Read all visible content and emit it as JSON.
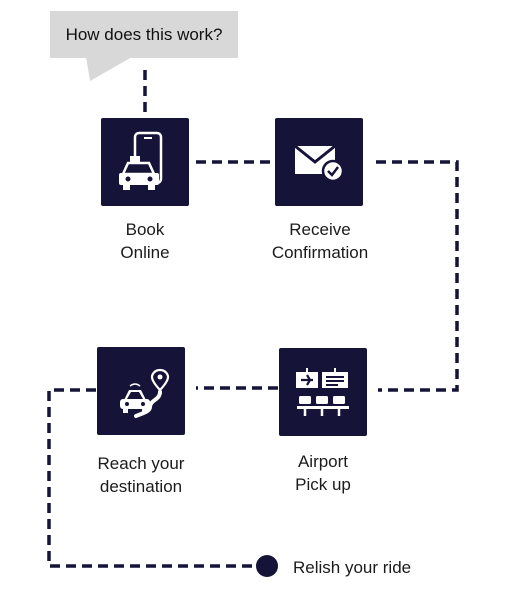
{
  "question": "How does this work?",
  "steps": [
    {
      "line1": "Book",
      "line2": "Online",
      "icon": "phone-taxi-icon"
    },
    {
      "line1": "Receive",
      "line2": "Confirmation",
      "icon": "envelope-check-icon"
    },
    {
      "line1": "Airport",
      "line2": "Pick up",
      "icon": "airport-board-icon"
    },
    {
      "line1": "Reach your",
      "line2": "destination",
      "icon": "car-route-pin-icon"
    }
  ],
  "end_label": "Relish your ride",
  "colors": {
    "tile": "#151338",
    "bubble": "#d8d8d8",
    "line": "#151338"
  }
}
